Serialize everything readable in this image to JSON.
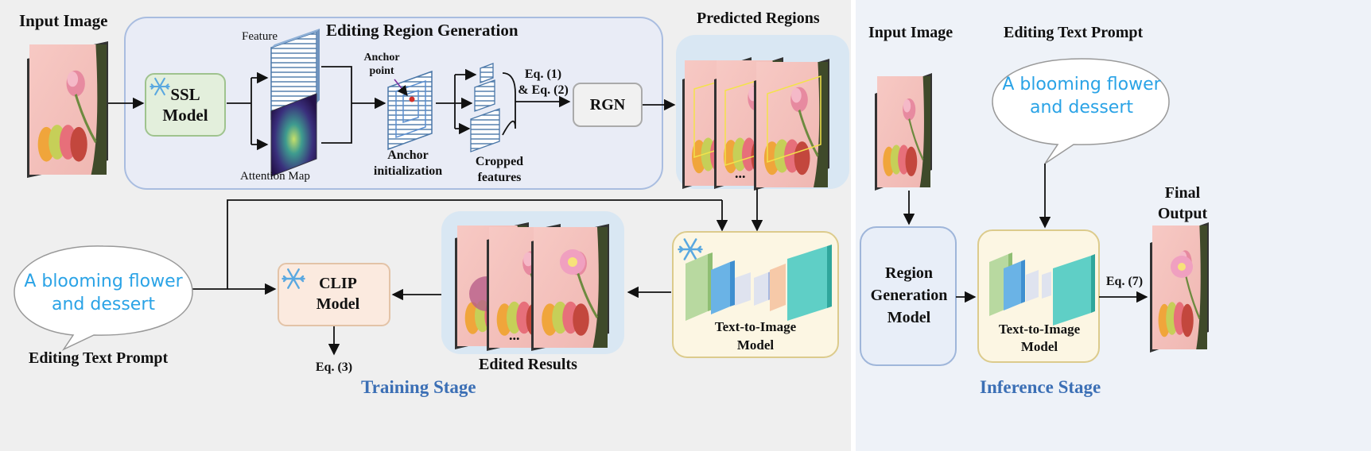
{
  "training_stage": {
    "stage_label": "Training Stage",
    "input_image_label": "Input Image",
    "region_generation": {
      "title": "Editing Region Generation",
      "ssl_model": "SSL\nModel",
      "feature_label": "Feature",
      "attention_map_label": "Attention Map",
      "anchor_point_label": "Anchor\npoint",
      "anchor_init_label": "Anchor\ninitialization",
      "cropped_features_label": "Cropped\nfeatures",
      "equations": "Eq. (1)\n& Eq. (2)",
      "rgn_label": "RGN"
    },
    "predicted_regions_label": "Predicted Regions",
    "ellipsis": "...",
    "prompt_text": "A blooming flower\nand dessert",
    "editing_text_prompt_label": "Editing Text Prompt",
    "clip_model": "CLIP\nModel",
    "clip_equation": "Eq. (3)",
    "edited_results_label": "Edited Results",
    "t2i_model": "Text-to-Image\nModel"
  },
  "inference_stage": {
    "stage_label": "Inference Stage",
    "input_image_label": "Input Image",
    "editing_text_prompt_label": "Editing Text Prompt",
    "prompt_text": "A blooming flower\nand dessert",
    "region_generation_model": "Region\nGeneration\nModel",
    "t2i_model": "Text-to-Image\nModel",
    "equation": "Eq. (7)",
    "final_output_label": "Final\nOutput"
  },
  "colors": {
    "training_bg": "#efefef",
    "inference_bg": "#eef2f8",
    "region_box_fill": "#e9ecf6",
    "region_box_stroke": "#a9bde0",
    "ssl_fill": "#e3efdc",
    "ssl_stroke": "#9fc38e",
    "rgn_fill": "#f1f1f1",
    "clip_fill": "#fbeadf",
    "clip_stroke": "#e3c3a7",
    "t2i_fill": "#fcf6e3",
    "t2i_stroke": "#dccb8c",
    "rgm_fill": "#e8eef8",
    "rgm_stroke": "#9fb6da",
    "stage_label": "#3b6fb5",
    "equation": "#d2312a",
    "prompt_text": "#2aa3e6"
  },
  "icons": [
    "snowflake-icon",
    "image-thumbnail",
    "network-layers-icon",
    "speech-bubble"
  ]
}
